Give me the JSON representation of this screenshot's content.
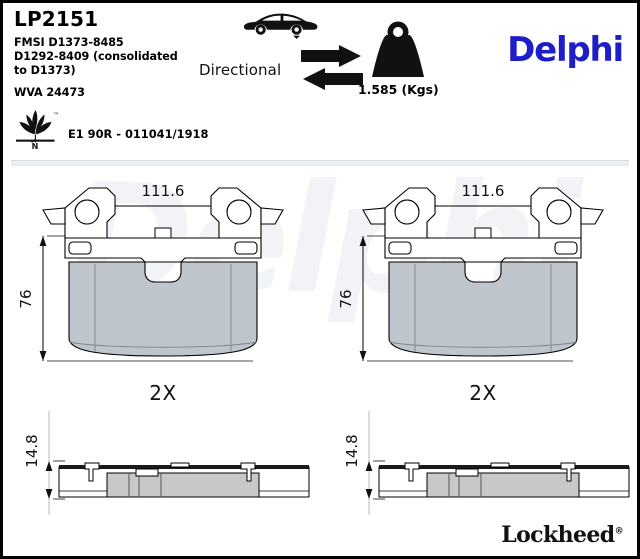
{
  "part": {
    "number": "LP2151",
    "fmsi": "FMSI D1373-8485",
    "consolidated": "D1292-8409 (consolidated\nto D1373)",
    "wva": "WVA 24473",
    "homologation": "E1 90R - 011041/1918"
  },
  "icons": {
    "eco": "eco-leaf-icon",
    "car": "car-side-icon",
    "arrows": "directional-arrows-icon",
    "weight": "weight-icon"
  },
  "attributes": {
    "directional_label": "Directional",
    "weight_label": "1.585 (Kgs)"
  },
  "brand": {
    "primary": "Delphi",
    "primary_color": "#1e1ec8",
    "footer": "Lockheed",
    "footer_mark": "®",
    "watermark": "Delphi"
  },
  "drawings": [
    {
      "name": "left-pad",
      "width_label": "111.6",
      "height_label": "76",
      "quantity_label": "2X",
      "thickness_label": "14.8"
    },
    {
      "name": "right-pad",
      "width_label": "111.6",
      "height_label": "76",
      "quantity_label": "2X",
      "thickness_label": "14.8"
    }
  ],
  "colors": {
    "friction_fill": "#bfc5cc",
    "plate_fill": "#ffffff",
    "outline": "#000000",
    "side_fill": "#c8c8c8"
  }
}
